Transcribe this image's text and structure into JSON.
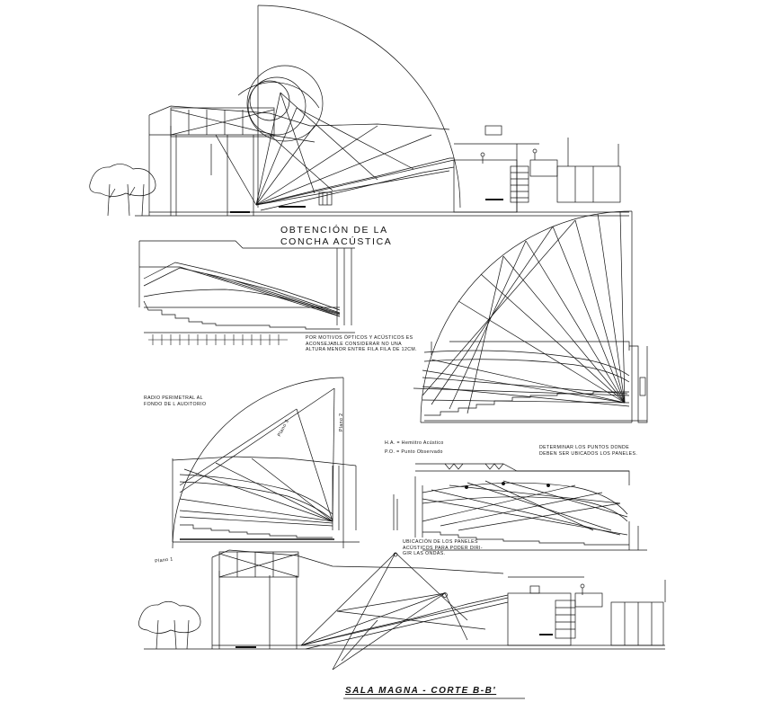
{
  "drawing": {
    "title_line1": "OBTENCIÓN DE LA",
    "title_line2": "CONCHA ACÚSTICA",
    "note_optical_1": "POR MOTIVOS ÓPTICOS Y ACÚSTICOS ES",
    "note_optical_2": "ACONSEJABLE CONSIDERAR NO UNA",
    "note_optical_3": "ALTURA MENOR ENTRE FILA FILA DE 12CM.",
    "note_radius_1": "RADIO PERIMETRAL AL",
    "note_radius_2": "FONDO DE L AUDITORIO",
    "plano_3": "Plano 3",
    "plano_2": "Plano 2",
    "plano_1": "Plano 1",
    "legend_ha": "H.A. = Hemiitro Acústico",
    "legend_po": "P.O. = Punto Observado",
    "note_points_1": "DETERMINAR LOS PUNTOS DONDE",
    "note_points_2": "DEBEN SER UBICADOS LOS PANELES.",
    "note_panels_1": "UBICACIÓN DE LOS PANELES",
    "note_panels_2": "ACÚSTICOS PARA PODER DIRI-",
    "note_panels_3": "GIR LAS ONDAS.",
    "sheet_title": "SALA MAGNA - CORTE B-B'"
  },
  "colors": {
    "line": "#111111",
    "background": "#ffffff"
  }
}
